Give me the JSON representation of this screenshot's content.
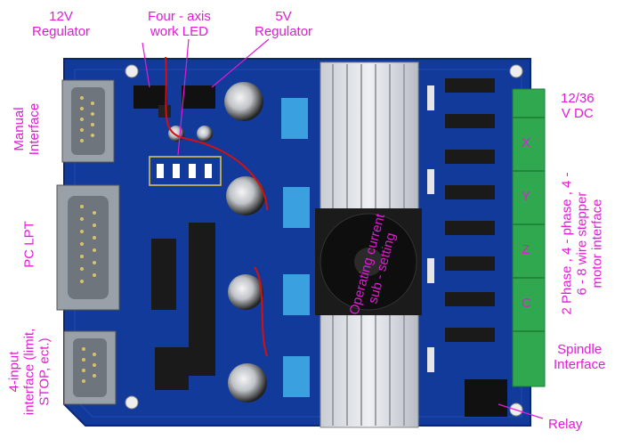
{
  "labels": {
    "regulator_12v": [
      "12V",
      "Regulator"
    ],
    "led": [
      "Four - axis",
      "work LED"
    ],
    "regulator_5v": [
      "5V",
      "Regulator"
    ],
    "manual": [
      "Manual",
      "Interface"
    ],
    "pc_lpt": "PC LPT",
    "input4": [
      "4-input",
      "interface (limit,",
      "STOP, ect.)"
    ],
    "power": [
      "12/36",
      "V DC"
    ],
    "motor": [
      "2 Phase , 4 - phase , 4 -",
      "6 - 8 wire stepper",
      "motor interface"
    ],
    "spindle": [
      "Spindle",
      "Interface"
    ],
    "relay": "Relay",
    "current": [
      "Operating current",
      "sub - setting"
    ],
    "axes": [
      "X",
      "Y",
      "Z",
      "C"
    ]
  },
  "colors": {
    "pcb": "#123a9a",
    "label": "#e21bd6",
    "terminal": "#2fa84f"
  }
}
